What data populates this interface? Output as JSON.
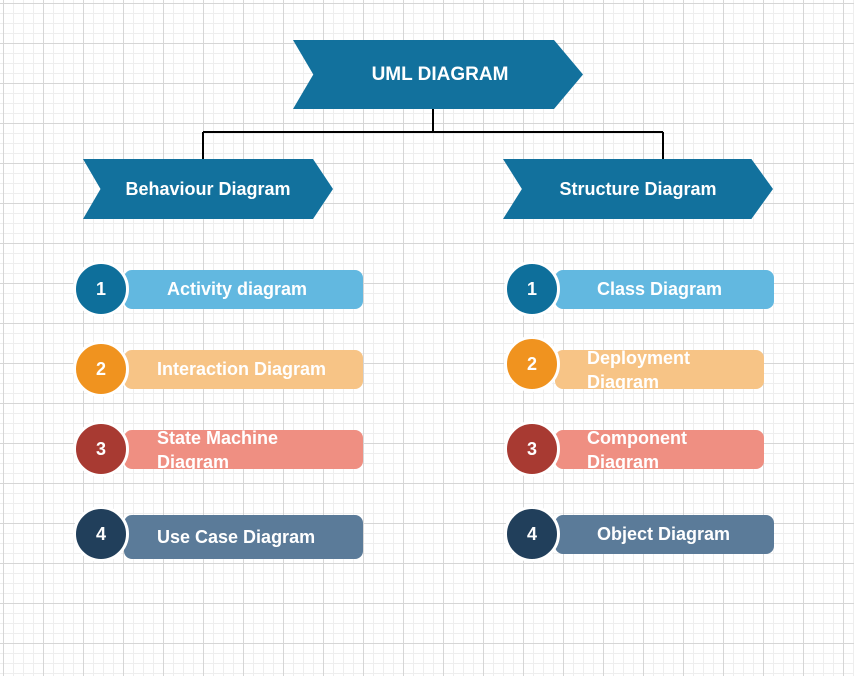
{
  "title": "UML DIAGRAM",
  "branches": [
    {
      "label": "Behaviour Diagram",
      "items": [
        {
          "number": "1",
          "label": "Activity diagram",
          "circle_color": "#0e6f9b",
          "pill_color": "#62b8e0"
        },
        {
          "number": "2",
          "label": "Interaction Diagram",
          "circle_color": "#f0931f",
          "pill_color": "#f7c486"
        },
        {
          "number": "3",
          "label": "State Machine Diagram",
          "circle_color": "#a83a32",
          "pill_color": "#ef8f82"
        },
        {
          "number": "4",
          "label": "Use Case Diagram",
          "circle_color": "#213f5b",
          "pill_color": "#5b7b99"
        }
      ]
    },
    {
      "label": "Structure Diagram",
      "items": [
        {
          "number": "1",
          "label": "Class Diagram",
          "circle_color": "#0e6f9b",
          "pill_color": "#62b8e0"
        },
        {
          "number": "2",
          "label": "Deployment Diagram",
          "circle_color": "#f0931f",
          "pill_color": "#f7c486"
        },
        {
          "number": "3",
          "label": "Component Diagram",
          "circle_color": "#a83a32",
          "pill_color": "#ef8f82"
        },
        {
          "number": "4",
          "label": "Object Diagram",
          "circle_color": "#213f5b",
          "pill_color": "#5b7b99"
        }
      ]
    }
  ],
  "colors": {
    "arrow": "#12719d",
    "connector": "#000000"
  }
}
